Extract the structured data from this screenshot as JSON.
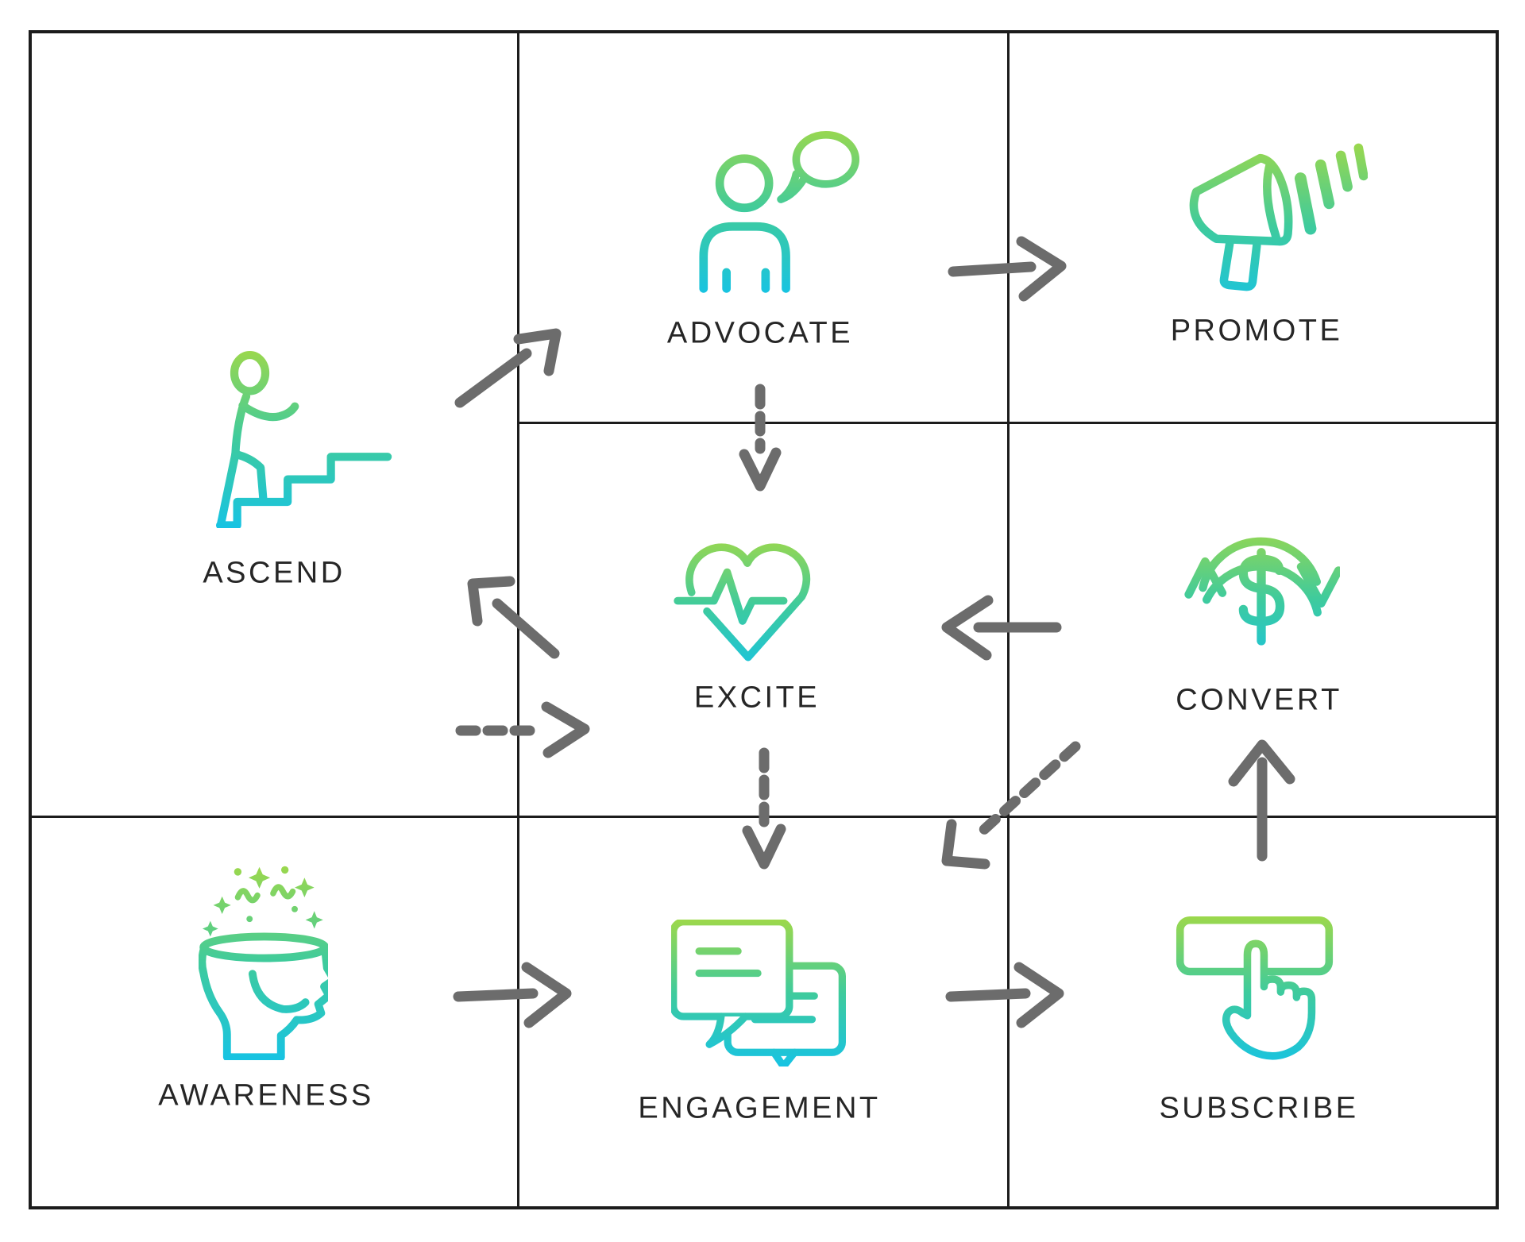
{
  "diagram": {
    "stages": [
      {
        "id": "ascend",
        "label": "ASCEND",
        "icon": "person-climbing-stairs-icon"
      },
      {
        "id": "advocate",
        "label": "ADVOCATE",
        "icon": "person-speech-bubble-icon"
      },
      {
        "id": "promote",
        "label": "PROMOTE",
        "icon": "megaphone-icon"
      },
      {
        "id": "excite",
        "label": "EXCITE",
        "icon": "heartbeat-heart-icon"
      },
      {
        "id": "convert",
        "label": "CONVERT",
        "icon": "dollar-cycle-icon"
      },
      {
        "id": "awareness",
        "label": "AWARENESS",
        "icon": "open-mind-sparkles-icon"
      },
      {
        "id": "engagement",
        "label": "ENGAGEMENT",
        "icon": "chat-bubbles-icon"
      },
      {
        "id": "subscribe",
        "label": "SUBSCRIBE",
        "icon": "hand-click-button-icon"
      }
    ],
    "connections": [
      {
        "from": "ascend",
        "to": "advocate",
        "style": "solid"
      },
      {
        "from": "advocate",
        "to": "promote",
        "style": "solid"
      },
      {
        "from": "advocate",
        "to": "excite",
        "style": "dashed"
      },
      {
        "from": "convert",
        "to": "excite",
        "style": "solid"
      },
      {
        "from": "excite",
        "to": "ascend",
        "style": "solid"
      },
      {
        "from": "ascend",
        "to": "excite",
        "style": "dashed"
      },
      {
        "from": "excite",
        "to": "engagement",
        "style": "dashed"
      },
      {
        "from": "convert",
        "to": "engagement",
        "style": "dashed"
      },
      {
        "from": "subscribe",
        "to": "convert",
        "style": "solid"
      },
      {
        "from": "awareness",
        "to": "engagement",
        "style": "solid"
      },
      {
        "from": "engagement",
        "to": "subscribe",
        "style": "solid"
      }
    ],
    "colors": {
      "gradient_start": "#9dd84b",
      "gradient_mid": "#3fcb9c",
      "gradient_end": "#17c3e3",
      "arrow": "#6c6c6c",
      "grid_line": "#1c1c1c",
      "text": "#262626",
      "background": "#ffffff"
    }
  }
}
